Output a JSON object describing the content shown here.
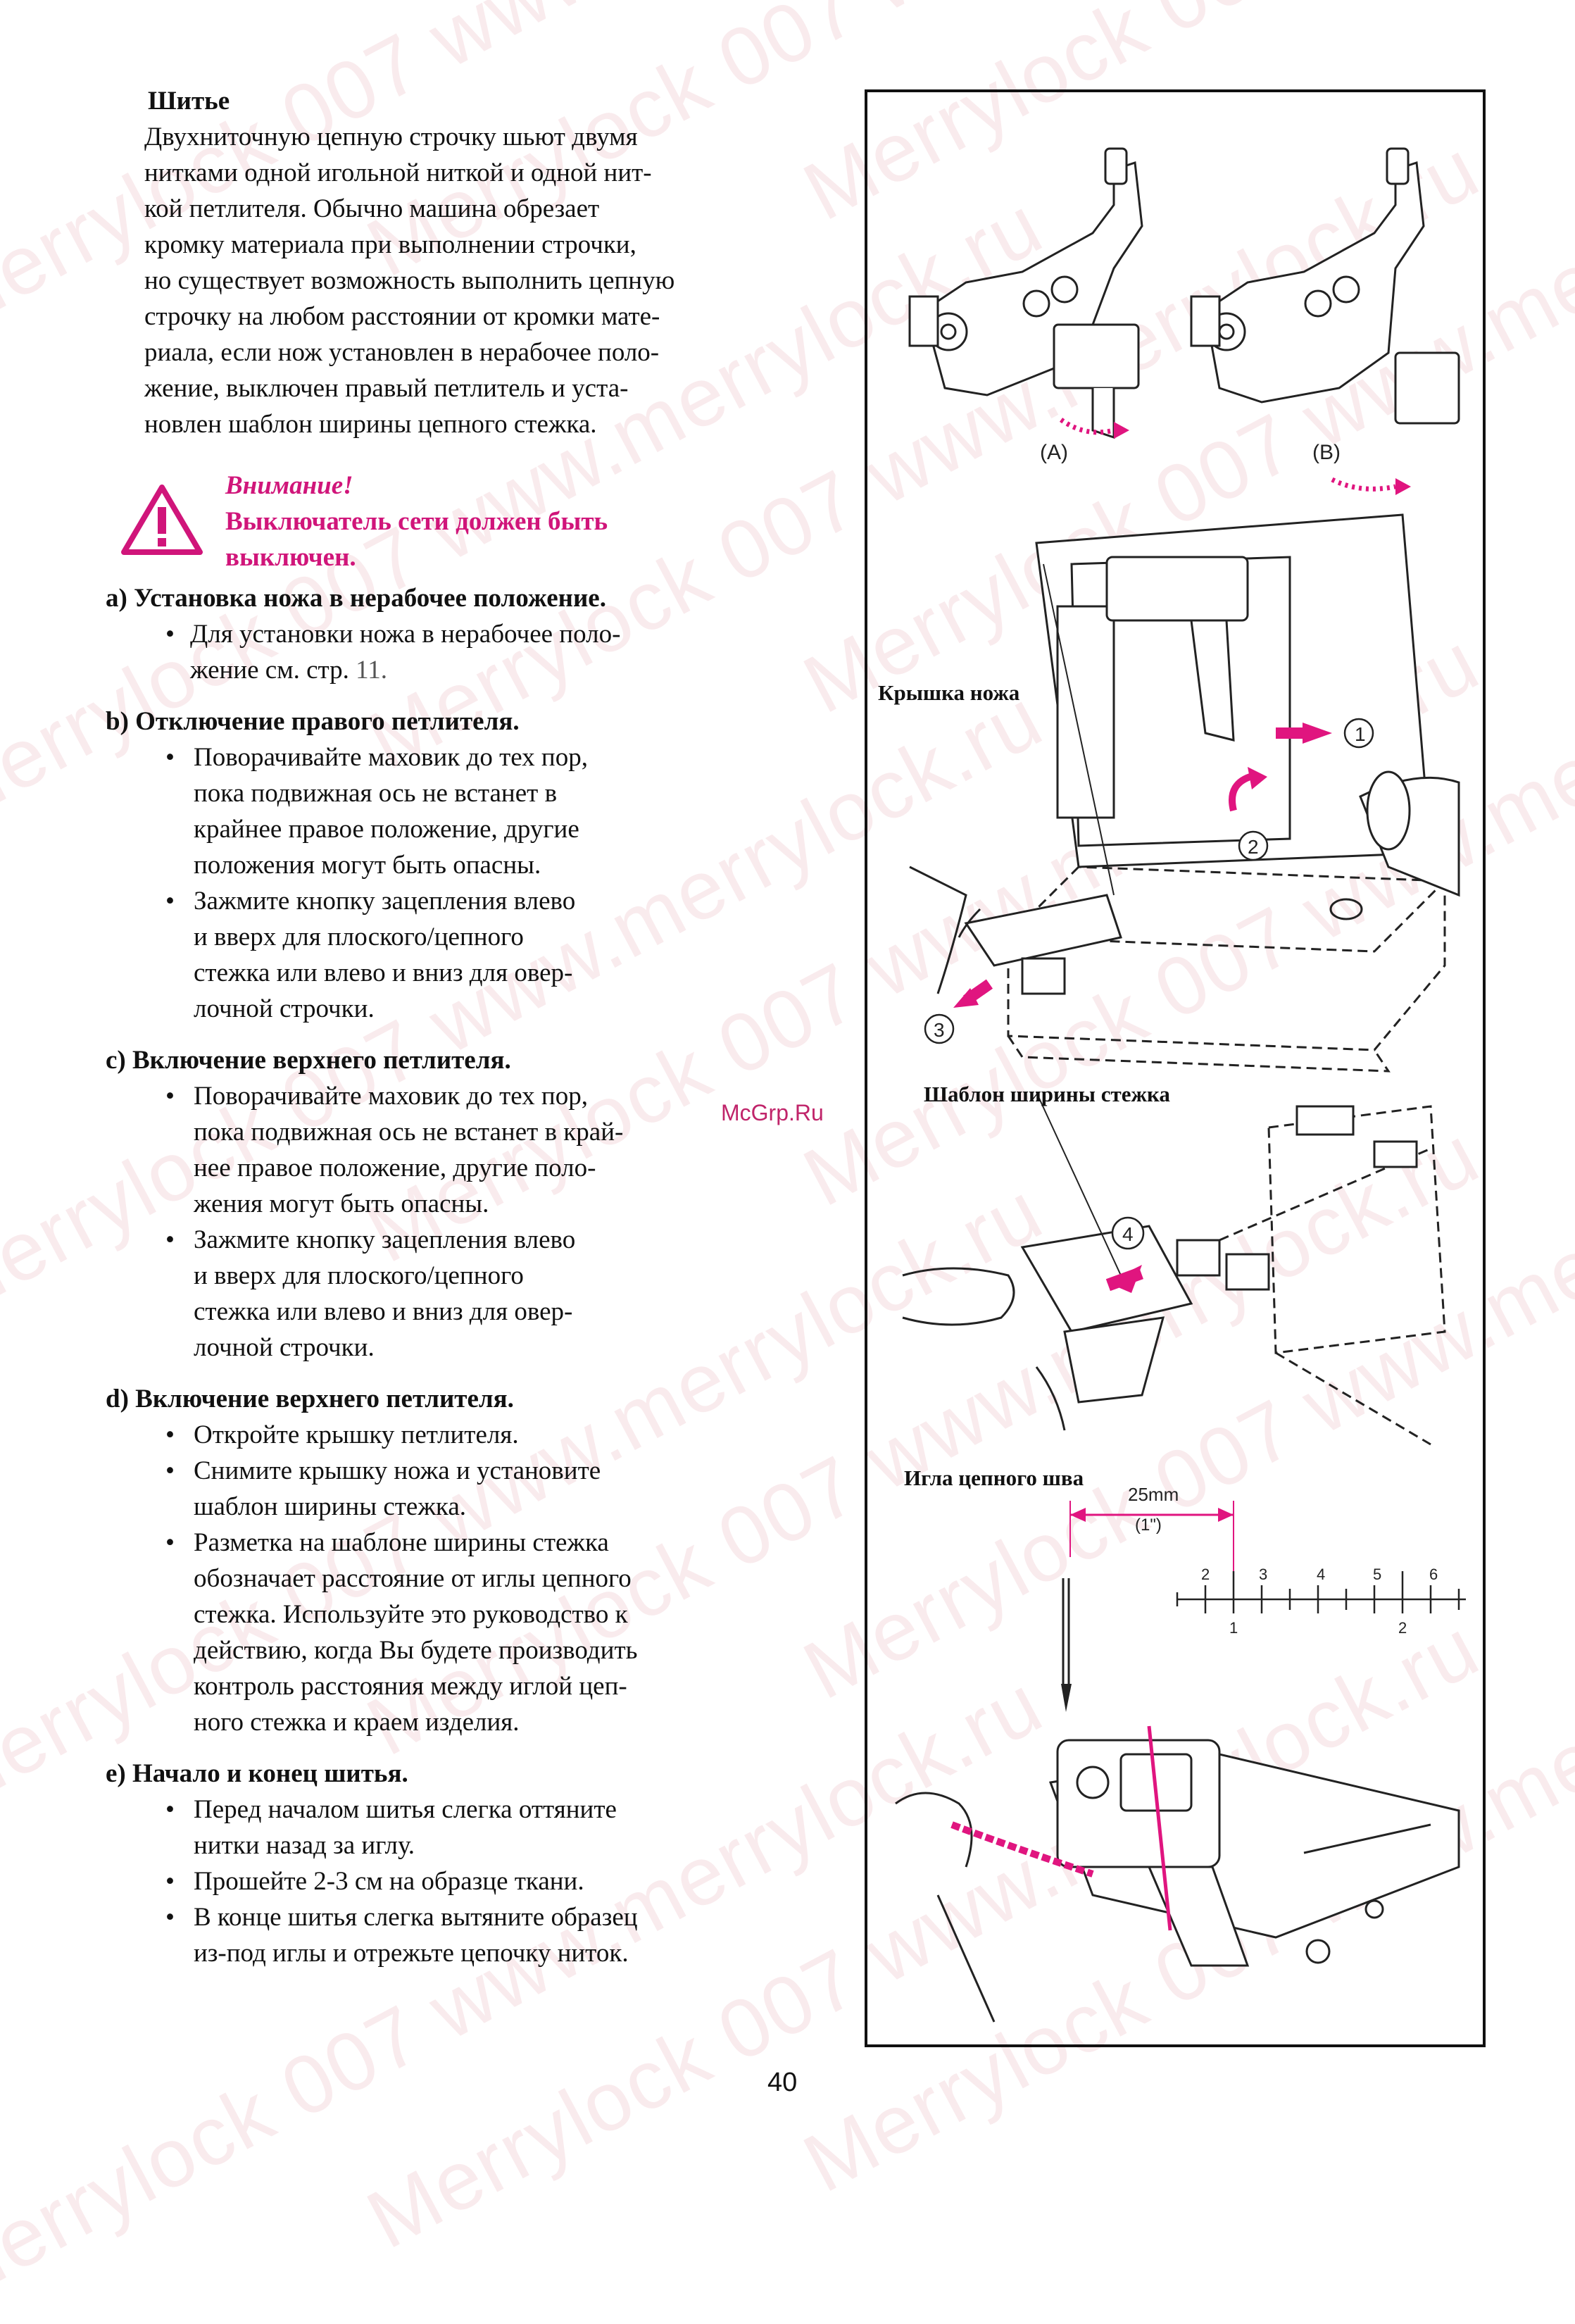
{
  "watermark": "Merrylock 007  www.merrylock.ru",
  "intro": {
    "title": "Шитье",
    "lines": [
      "Двухниточную цепную строчку шьют двумя",
      "нитками одной игольной ниткой и одной нит-",
      "кой петлителя. Обычно машина обрезает",
      "кромку материала при выполнении строчки,",
      "но существует возможность выполнить цепную",
      "строчку на любом расстоянии от кромки мате-",
      "риала, если нож установлен в нерабочее поло-",
      "жение, выключен правый петлитель и уста-",
      "новлен шаблон ширины цепного стежка."
    ]
  },
  "warning": {
    "title": "Внимание!",
    "line1": "Выключатель сети должен быть",
    "line2": "выключен."
  },
  "sections": {
    "a": {
      "heading": "a)  Установка ножа в нерабочее положение.",
      "item1_line1": "Для установки ножа в нерабочее поло-",
      "item1_line2": "жение см. стр.",
      "item1_page": "11."
    },
    "b": {
      "heading": "b) Отключение правого петлителя.",
      "items": [
        [
          "Поворачивайте маховик до тех пор,",
          "пока подвижная ось не встанет в",
          "крайнее правое положение, другие",
          "положения могут быть опасны."
        ],
        [
          "Зажмите кнопку зацепления влево",
          "и вверх для плоского/цепного",
          "стежка или влево и вниз для овер-",
          "лочной строчки."
        ]
      ]
    },
    "c": {
      "heading": "c) Включение верхнего петлителя.",
      "items": [
        [
          "Поворачивайте маховик до тех пор,",
          "пока подвижная ось не встанет в край-",
          "нее правое положение, другие поло-",
          "жения могут быть опасны."
        ],
        [
          "Зажмите кнопку зацепления влево",
          "и вверх для плоского/цепного",
          "стежка или влево и вниз для овер-",
          "лочной строчки."
        ]
      ]
    },
    "d": {
      "heading": "d) Включение верхнего петлителя.",
      "items": [
        [
          "Откройте крышку петлителя."
        ],
        [
          "Снимите крышку ножа и установите",
          "шаблон ширины стежка."
        ],
        [
          "Разметка на шаблоне ширины стежка",
          "обозначает расстояние от иглы цепного",
          "стежка. Используйте это руководство к",
          "действию, когда Вы будете производить",
          "контроль расстояния между иглой цеп-",
          "ного стежка и краем изделия."
        ]
      ]
    },
    "e": {
      "heading": "e) Начало и конец шитья.",
      "items": [
        [
          "Перед началом шитья слегка оттяните",
          "нитки назад за иглу."
        ],
        [
          "Прошейте 2-3 см на образце ткани."
        ],
        [
          "В конце шитья слегка вытяните образец",
          "из-под иглы и отрежьте цепочку ниток."
        ]
      ]
    }
  },
  "figures": {
    "label_a": "(A)",
    "label_b": "(B)",
    "knife_cover": "Крышка ножа",
    "step1": "1",
    "step2": "2",
    "step3": "3",
    "template_caption": "Шаблон ширины стежка",
    "step4": "4",
    "needle_caption": "Игла цепного шва",
    "dim_mm": "25mm",
    "dim_in": "(1\")",
    "ruler_top": [
      "2",
      "3",
      "4",
      "5",
      "6"
    ],
    "ruler_bottom": [
      "1",
      "2"
    ]
  },
  "mcgrp": "McGrp.Ru",
  "page_number": "40",
  "colors": {
    "accent": "#d0157a",
    "arrow": "#e0157f",
    "frame": "#111111"
  }
}
